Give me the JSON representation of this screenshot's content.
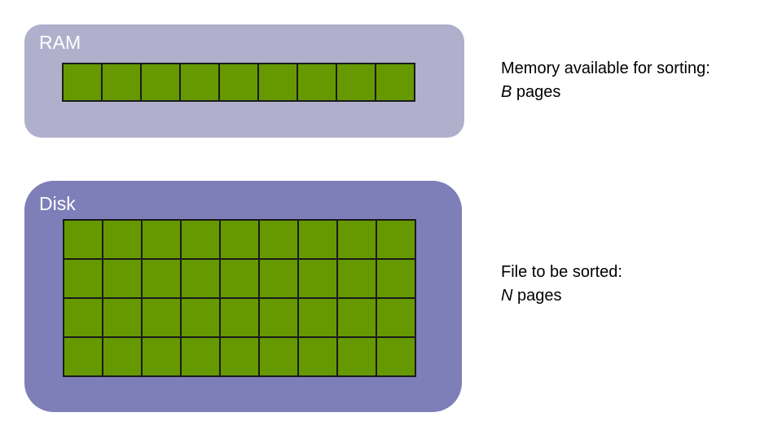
{
  "diagram": {
    "type": "external-sorting-memory-model",
    "background_color": "#ffffff",
    "page_cell_color": "#669900",
    "page_cell_border_color": "#1a1a1a"
  },
  "ram": {
    "label": "RAM",
    "container_color": "#b0b0cc",
    "label_color": "#ffffff",
    "pages_columns": 9,
    "pages_rows": 1,
    "page_count": 9,
    "annotation": {
      "line1": "Memory available for sorting:",
      "symbol": "B",
      "unit": "pages"
    }
  },
  "disk": {
    "label": "Disk",
    "container_color": "#7e7eb8",
    "label_color": "#ffffff",
    "pages_columns": 9,
    "pages_rows": 4,
    "page_count": 36,
    "annotation": {
      "line1": "File to be sorted:",
      "symbol": "N",
      "unit": "pages"
    }
  }
}
